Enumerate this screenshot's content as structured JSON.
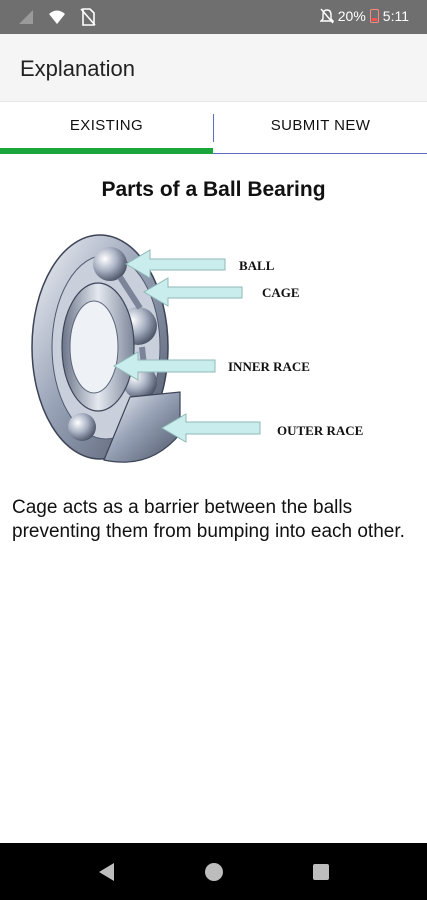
{
  "status_bar": {
    "battery": "20%",
    "time": "5:11",
    "icons": [
      "signal-icon",
      "wifi-icon",
      "sim-off-icon",
      "mute-icon",
      "battery-icon"
    ]
  },
  "app_bar": {
    "title": "Explanation"
  },
  "tabs": [
    {
      "label": "EXISTING",
      "selected": true
    },
    {
      "label": "SUBMIT NEW",
      "selected": false
    }
  ],
  "content": {
    "title": "Parts of a Ball Bearing",
    "diagram_labels": {
      "ball": "BALL",
      "cage": "CAGE",
      "inner_race": "INNER RACE",
      "outer_race": "OUTER RACE"
    },
    "explanation": "Cage acts as a barrier between the balls preventing them from bumping into each other."
  },
  "nav_bar": {
    "buttons": [
      "back-icon",
      "home-icon",
      "recents-icon"
    ]
  },
  "colors": {
    "status_bar": "#6f6f6f",
    "tab_indicator": "#1aa63a",
    "tab_divider": "#5c6bc0",
    "arrow_fill": "#c9ecec"
  }
}
